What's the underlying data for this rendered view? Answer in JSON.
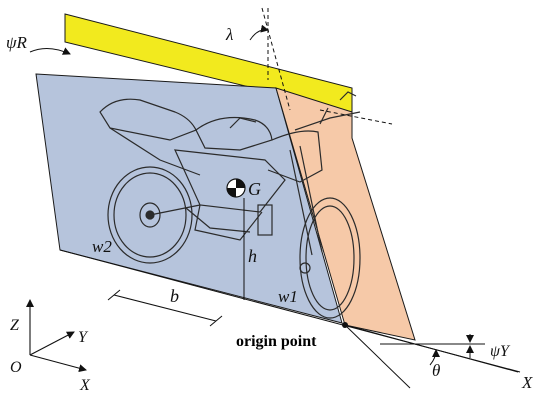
{
  "colors": {
    "yellow_plane": "#f2ea1e",
    "blue_plane": "#b6c4dc",
    "orange_plane": "#f6c9a8",
    "outline": "#1a1a1a",
    "bike_line": "#2b2b2b"
  },
  "labels": {
    "psi_r": "ψR",
    "lambda": "λ",
    "g": "G",
    "h": "h",
    "b": "b",
    "w2": "w2",
    "w1": "w1",
    "origin_point": "origin point",
    "psi_y": "ψY",
    "theta": "θ",
    "x_right": "X"
  },
  "axes": {
    "z": "Z",
    "y": "Y",
    "x": "X",
    "o": "O"
  },
  "icons": {
    "motorcycle": "motorcycle-sketch",
    "center_of_mass": "center-of-mass-symbol"
  }
}
